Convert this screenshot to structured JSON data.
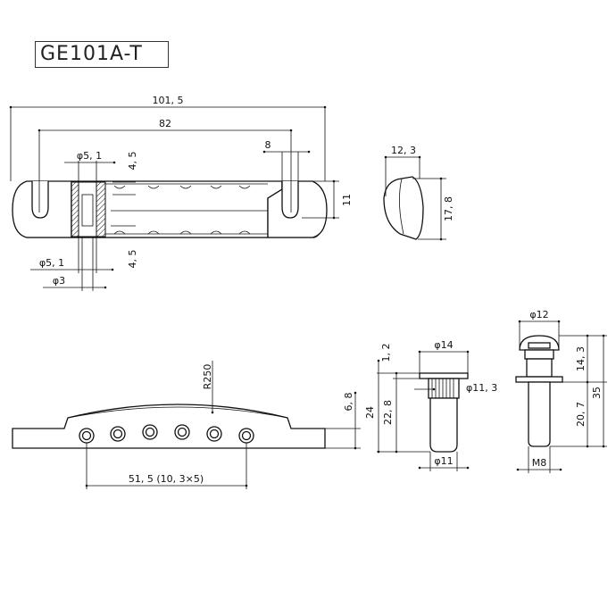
{
  "title": "GE101A-T",
  "dims": {
    "overall_length": "101, 5",
    "stud_spacing": "82",
    "slot_width": "8",
    "depth": "12, 3",
    "side_height": "17, 8",
    "slot_height": "11",
    "hole_top": "φ5, 1",
    "top_offset": "4, 5",
    "bottom_offset": "4, 5",
    "hole_bottom": "φ5, 1",
    "hole_small": "φ3",
    "radius": "R250",
    "arch_height": "6, 8",
    "hole_spacing": "51, 5 (10, 3×5)",
    "bushing_flange_h": "1, 2",
    "bushing_flange_d": "φ14",
    "bushing_knurl_d": "φ11, 3",
    "bushing_total_h": "24",
    "bushing_body_h": "22, 8",
    "bushing_bottom_d": "φ11",
    "stud_head_d": "φ12",
    "stud_head_h": "14, 3",
    "stud_total_h": "35",
    "stud_thread_h": "20, 7",
    "stud_thread": "M8"
  }
}
